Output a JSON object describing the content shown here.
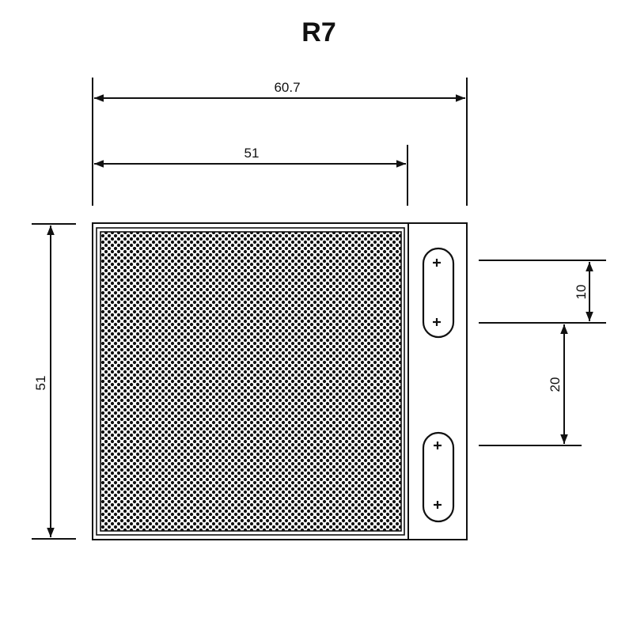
{
  "title": "R7",
  "dimensions": {
    "overall_width": "60.7",
    "reflector_width": "51",
    "height": "51",
    "slot_length": "10",
    "slot_spacing": "20"
  },
  "icons": {
    "mounting_slot": "mounting-slot-icon",
    "screw_mark": "plus-icon",
    "reflector_grid": "dot-pattern"
  }
}
